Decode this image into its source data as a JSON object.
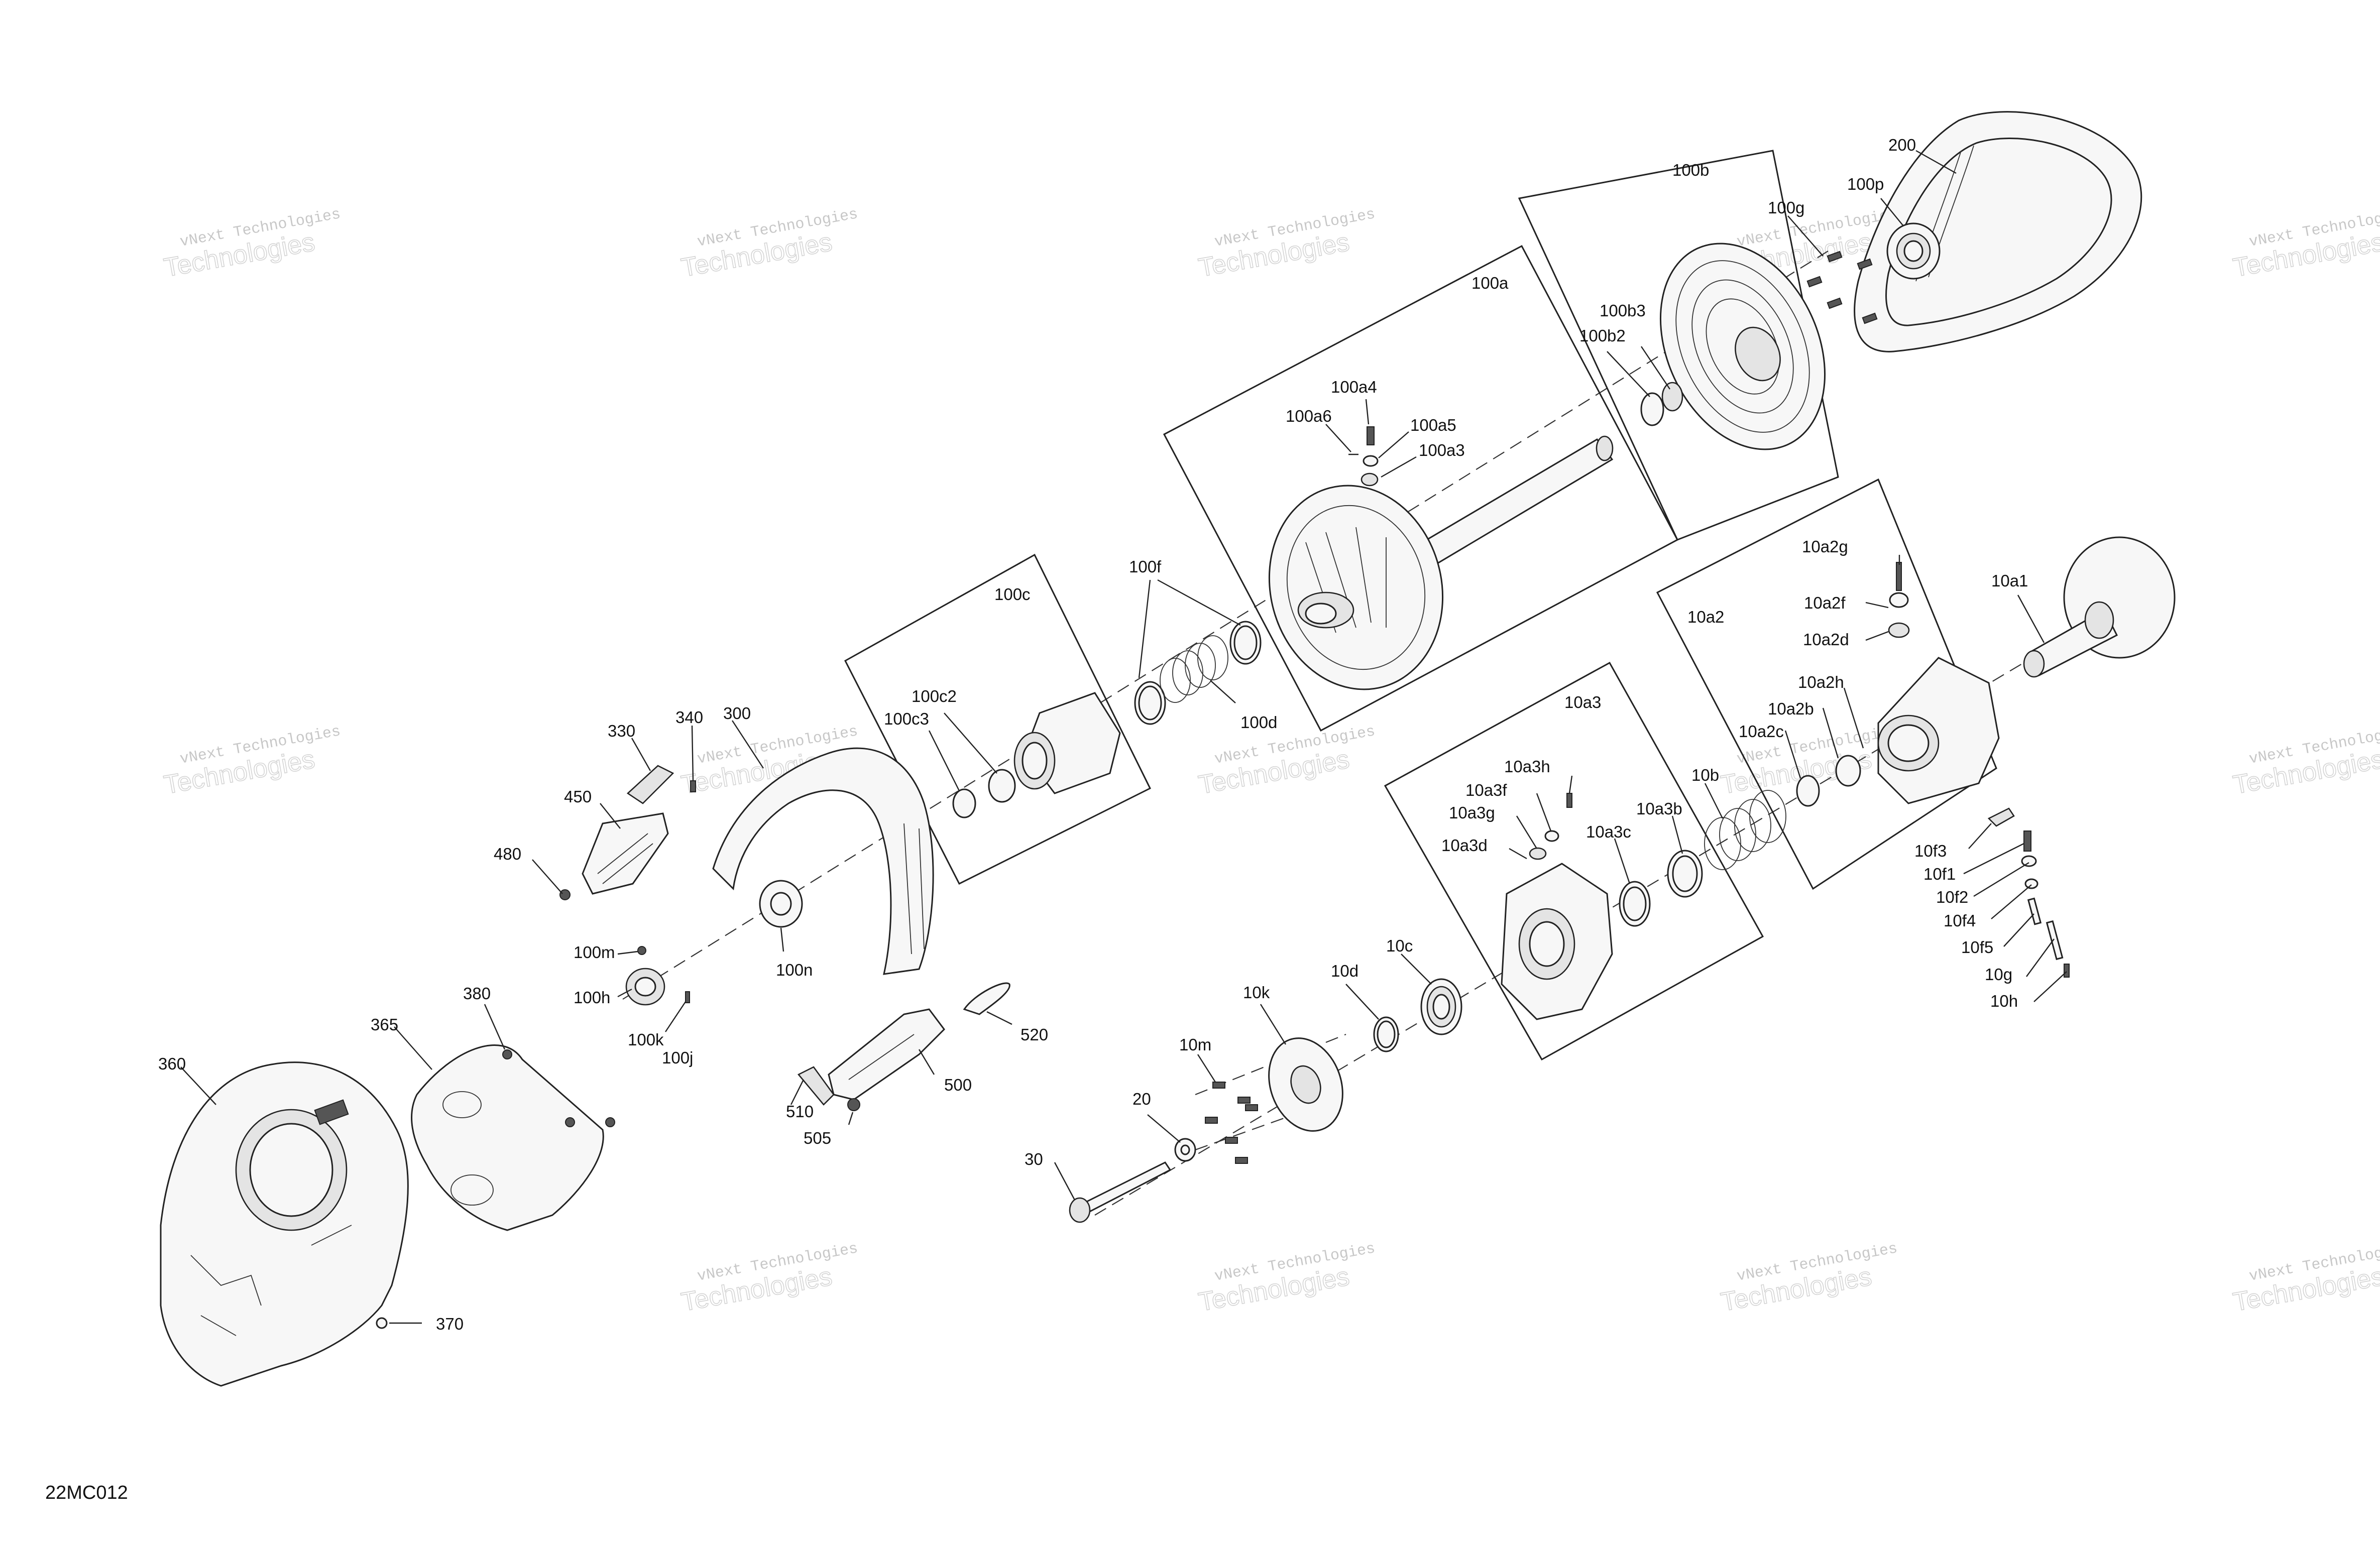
{
  "diagram": {
    "code": "22MC012",
    "watermark_line1": "vNext Technologies",
    "watermark_line2": "Technologies",
    "labels": {
      "l200": "200",
      "l100b": "100b",
      "l100g": "100g",
      "l100p": "100p",
      "l100a": "100a",
      "l100b3": "100b3",
      "l100b2": "100b2",
      "l100a4": "100a4",
      "l100a6": "100a6",
      "l100a5": "100a5",
      "l100a3": "100a3",
      "l100f": "100f",
      "l100c": "100c",
      "l100c2": "100c2",
      "l100c3": "100c3",
      "l100d": "100d",
      "l10a2g": "10a2g",
      "l10a1": "10a1",
      "l10a2": "10a2",
      "l10a2f": "10a2f",
      "l10a2d": "10a2d",
      "l10a2h": "10a2h",
      "l10a2b": "10a2b",
      "l10a2c": "10a2c",
      "l10a3": "10a3",
      "l10b": "10b",
      "l10a3h": "10a3h",
      "l10a3f": "10a3f",
      "l10a3g": "10a3g",
      "l10a3b": "10a3b",
      "l10a3c": "10a3c",
      "l10a3d": "10a3d",
      "l10f3": "10f3",
      "l10f1": "10f1",
      "l10f2": "10f2",
      "l10f4": "10f4",
      "l10f5": "10f5",
      "l10g": "10g",
      "l10h": "10h",
      "l340": "340",
      "l300": "300",
      "l330": "330",
      "l450": "450",
      "l480": "480",
      "l100m": "100m",
      "l100h": "100h",
      "l100n": "100n",
      "l100k": "100k",
      "l100j": "100j",
      "l380": "380",
      "l365": "365",
      "l360": "360",
      "l370": "370",
      "l520": "520",
      "l500": "500",
      "l510": "510",
      "l505": "505",
      "l10c": "10c",
      "l10d": "10d",
      "l10k": "10k",
      "l10m": "10m",
      "l20": "20",
      "l30": "30"
    }
  }
}
